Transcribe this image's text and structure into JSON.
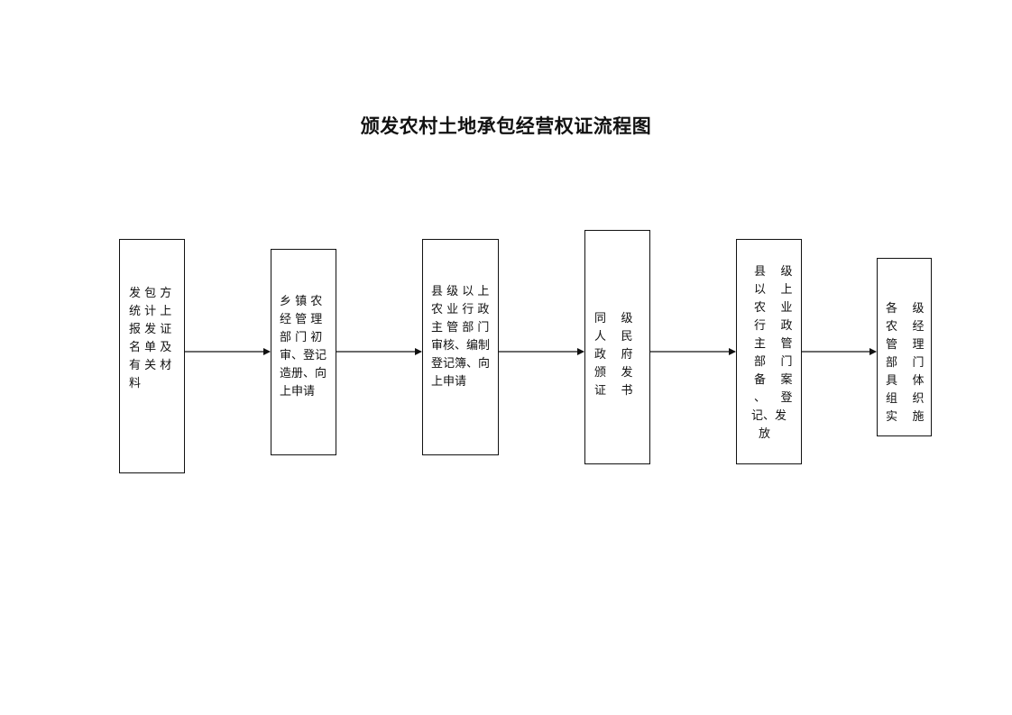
{
  "title": "颁发农村土地承包经营权证流程图",
  "steps": [
    {
      "label": "发包方统计上报发证名单及有关材料",
      "lines": [
        "发 包 方",
        "统 计 上",
        "报 发 证",
        "名 单 及",
        "有 关 材",
        "料"
      ]
    },
    {
      "label": "乡镇农经管理部门初审、登记造册、向上申请",
      "lines": [
        "乡 镇 农",
        "经 管 理",
        "部 门 初",
        "审、登记",
        "造册、向",
        "上申请"
      ]
    },
    {
      "label": "县级以上农业行政主管部门审核、编制登记簿、向上申请",
      "lines": [
        "县 级 以 上",
        "农 业 行 政",
        "主 管 部 门",
        "审核、编制",
        "登记簿、向",
        "上申请"
      ]
    },
    {
      "label": "同级人民政府颁发证书",
      "lines": [
        "同    级",
        "人    民",
        "政    府",
        "颁    发",
        "证    书"
      ]
    },
    {
      "label": "县级以上农业行政主管部门备案、登记、发放",
      "lines": [
        "县    级",
        "以    上",
        "农    业",
        "行    政",
        "主    管",
        "部    门",
        "备    案",
        "、    登",
        "记、发",
        "放"
      ]
    },
    {
      "label": "各级农经管理部门具体组织实施",
      "lines": [
        "各    级",
        "农    经",
        "管    理",
        "部    门",
        "具    体",
        "组    织",
        "实    施"
      ]
    }
  ]
}
